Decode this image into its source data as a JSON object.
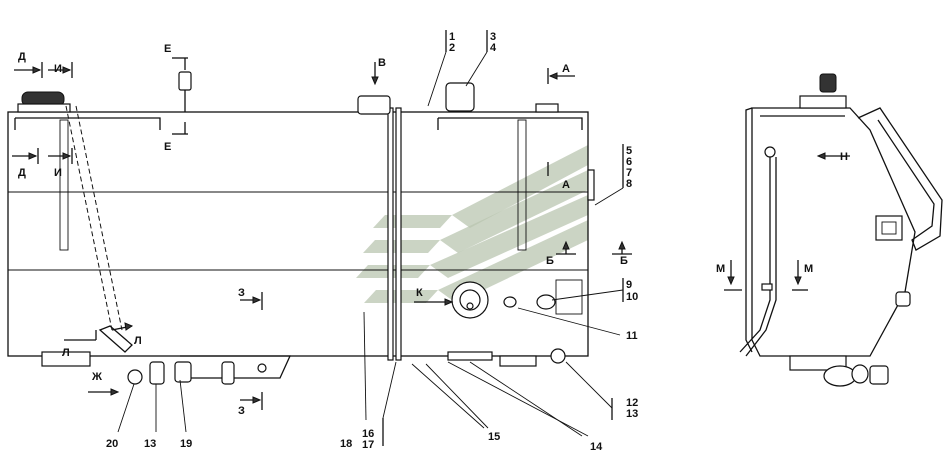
{
  "labels": {
    "D": "Д",
    "I": "И",
    "E": "Е",
    "V": "В",
    "A": "А",
    "B": "Б",
    "Z": "З",
    "K": "К",
    "L": "Л",
    "Zh": "Ж",
    "N": "Н",
    "M": "М"
  },
  "callouts": {
    "c1": "1",
    "c2": "2",
    "c3": "3",
    "c4": "4",
    "c5": "5",
    "c6": "6",
    "c7": "7",
    "c8": "8",
    "c9": "9",
    "c10": "10",
    "c11": "11",
    "c12": "12",
    "c13": "13",
    "c14": "14",
    "c15": "15",
    "c16": "16",
    "c17": "17",
    "c18": "18",
    "c19": "19",
    "c20": "20"
  },
  "colors": {
    "ink": "#111111",
    "watermark": "#b9c6b0"
  }
}
